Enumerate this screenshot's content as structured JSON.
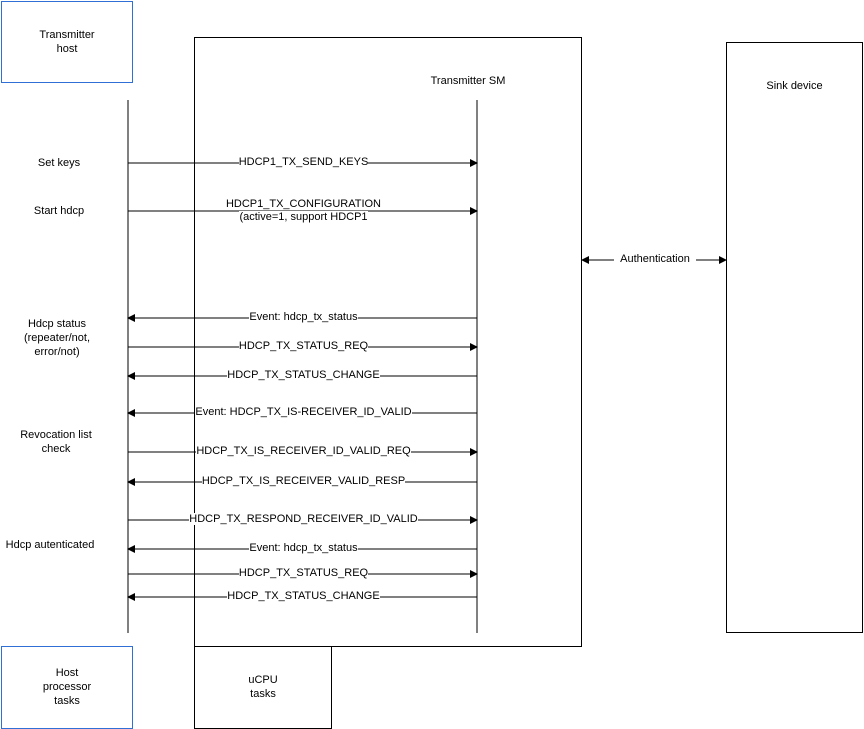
{
  "boxes": {
    "transmitter_host": "Transmitter\nhost",
    "transmitter_sm": "Transmitter SM",
    "sink_device": "Sink device",
    "host_processor": "Host\nprocessor\ntasks",
    "ucpu": "uCPU\ntasks"
  },
  "side_labels": {
    "set_keys": "Set keys",
    "start_hdcp": "Start hdcp",
    "hdcp_status": "Hdcp status\n(repeater/not,\nerror/not)",
    "revocation": "Revocation list\ncheck",
    "authenticated": "Hdcp autenticated"
  },
  "messages": [
    {
      "text": "HDCP1_TX_SEND_KEYS",
      "dir": "right"
    },
    {
      "text": "HDCP1_TX_CONFIGURATION\n(active=1, support HDCP1",
      "dir": "right"
    },
    {
      "text": "Event: hdcp_tx_status",
      "dir": "left"
    },
    {
      "text": "HDCP_TX_STATUS_REQ",
      "dir": "right"
    },
    {
      "text": "HDCP_TX_STATUS_CHANGE",
      "dir": "left"
    },
    {
      "text": "Event: HDCP_TX_IS-RECEIVER_ID_VALID",
      "dir": "left"
    },
    {
      "text": "HDCP_TX_IS_RECEIVER_ID_VALID_REQ",
      "dir": "right"
    },
    {
      "text": "HDCP_TX_IS_RECEIVER_VALID_RESP",
      "dir": "left"
    },
    {
      "text": "HDCP_TX_RESPOND_RECEIVER_ID_VALID",
      "dir": "right"
    },
    {
      "text": "Event: hdcp_tx_status",
      "dir": "left"
    },
    {
      "text": "HDCP_TX_STATUS_REQ",
      "dir": "right"
    },
    {
      "text": "HDCP_TX_STATUS_CHANGE",
      "dir": "left"
    }
  ],
  "authentication": "Authentication"
}
